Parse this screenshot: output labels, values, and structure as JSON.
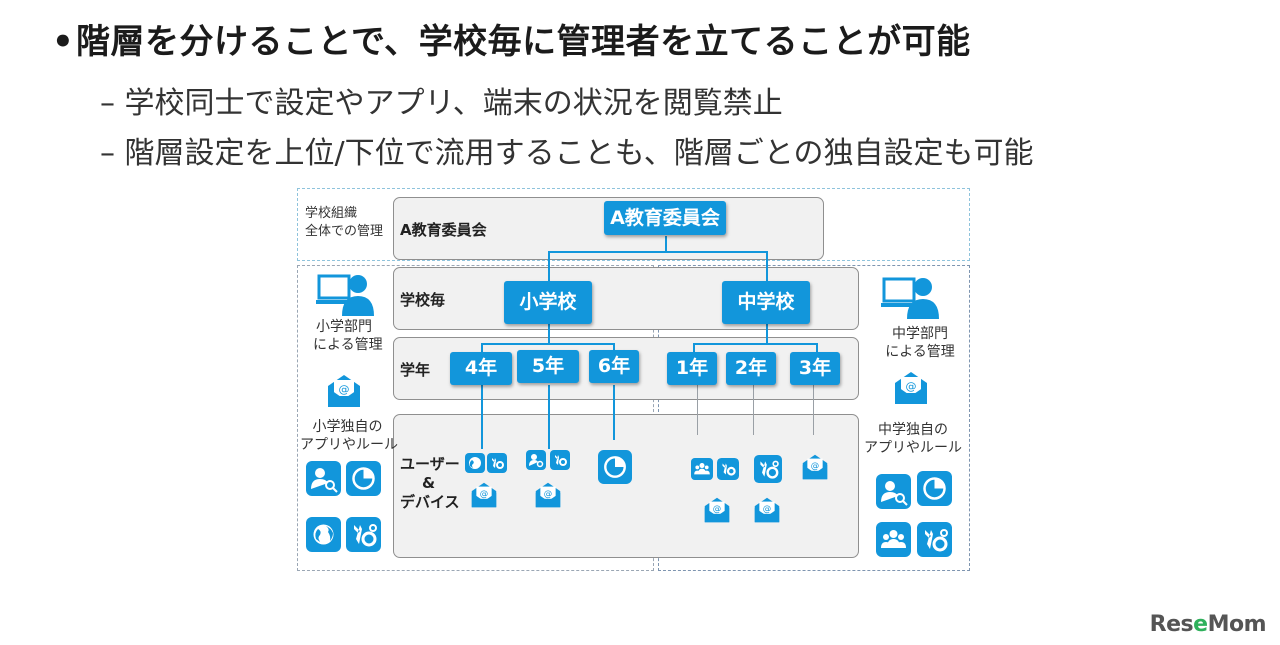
{
  "bullets": {
    "main": "階層を分けることで、学校毎に管理者を立てることが可能",
    "sub1": "– 学校同士で設定やアプリ、端末の状況を閲覧禁止",
    "sub2": "– 階層設定を上位/下位で流用することも、階層ごとの独自設定も可能",
    "marker": "•"
  },
  "diagram": {
    "top_left_note": [
      "学校組織",
      "全体での管理"
    ],
    "band_labels": {
      "board": "A教育委員会",
      "school": "学校毎",
      "grade": "学年",
      "users_line1": "ユーザー",
      "users_line2": "&",
      "users_line3": "デバイス"
    },
    "board_box": "A教育委員会",
    "elementary_box": "小学校",
    "junior_box": "中学校",
    "elementary_grades": [
      "4年",
      "5年",
      "6年"
    ],
    "junior_grades": [
      "1年",
      "2年",
      "3年"
    ],
    "left_side": {
      "admin_line1": "小学部門",
      "admin_line2": "による管理",
      "apps_line1": "小学独自の",
      "apps_line2": "アプリやルール"
    },
    "right_side": {
      "admin_line1": "中学部門",
      "admin_line2": "による管理",
      "apps_line1": "中学独自の",
      "apps_line2": "アプリやルール"
    }
  },
  "logo": {
    "part1": "Res",
    "part2": "e",
    "part3": "Mom"
  },
  "colors": {
    "accent": "#1296db",
    "band": "#f1f1f1",
    "border": "#8f8f8f"
  },
  "icons": [
    "user-computer-icon",
    "mail-icon",
    "user-search-icon",
    "pie-chart-icon",
    "globe-icon",
    "settings-icon",
    "group-icon"
  ]
}
